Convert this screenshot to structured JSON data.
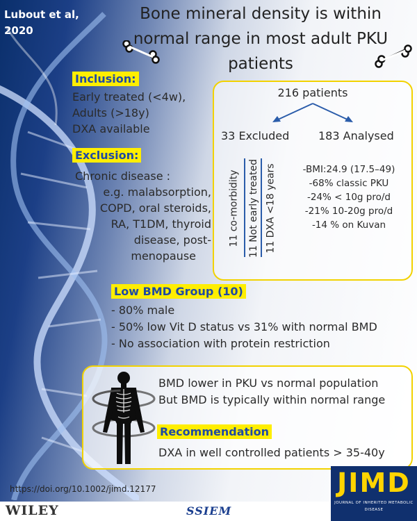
{
  "header": {
    "author": "Lubout et al, 2020",
    "title": "Bone mineral density is within normal range in most adult PKU patients"
  },
  "inclusion": {
    "heading": "Inclusion:",
    "items": [
      "Early treated (<4w),",
      "Adults (>18y)",
      "DXA available"
    ]
  },
  "exclusion": {
    "heading": "Exclusion:",
    "lines": [
      "Chronic disease :",
      "e.g. malabsorption,",
      "COPD, oral steroids,",
      "RA, T1DM, thyroid",
      "disease, post-",
      "menopause"
    ]
  },
  "flow": {
    "total": "216 patients",
    "excluded": "33 Excluded",
    "analysed": "183 Analysed",
    "exclusion_reasons": [
      "11 co-morbidity",
      "11 Not early treated",
      "11 DXA <18 years"
    ],
    "analysed_stats": [
      "-BMI:24.9 (17.5–49)",
      "-68% classic PKU",
      "-24% < 10g pro/d",
      "-21% 10-20g pro/d",
      "-14 % on Kuvan"
    ]
  },
  "low_bmd": {
    "heading": "Low BMD Group (10)",
    "items": [
      "- 80% male",
      "- 50% low Vit D status vs 31% with normal BMD",
      "- No association with protein restriction"
    ]
  },
  "conclusion": {
    "lines": [
      "BMD lower in PKU vs normal population",
      "But BMD is typically within normal range"
    ],
    "recommendation_heading": "Recommendation",
    "recommendation_text": "DXA in well controlled patients > 35-40y"
  },
  "footer": {
    "doi": "https://doi.org/10.1002/jimd.12177",
    "wiley": "WILEY",
    "ssiem": "SSIEM",
    "jimd": "JIMD",
    "jimd_full": "JOURNAL OF INHERITED METABOLIC DISEASE"
  },
  "colors": {
    "highlight": "#ffee00",
    "heading_text": "#1f4aa3",
    "box_border": "#f2d200",
    "arrow": "#2a5caa",
    "jimd_bg": "#10306e"
  },
  "icons": [
    "bone-icon",
    "dna-helix-graphic",
    "human-body-figure-icon"
  ]
}
